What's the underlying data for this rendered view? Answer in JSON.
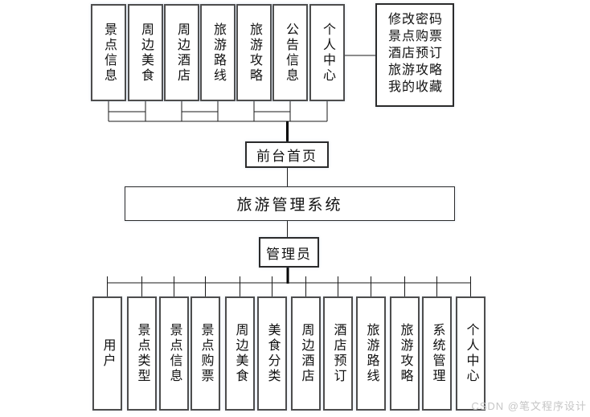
{
  "front": {
    "modules": [
      "景点信息",
      "周边美食",
      "周边酒店",
      "旅游路线",
      "旅游攻略",
      "公告信息",
      "个人中心"
    ],
    "personal_center_items": "修改密码\n景点购票\n酒店预订\n旅游攻略\n我的收藏",
    "home_label": "前台首页"
  },
  "system": {
    "title": "旅游管理系统"
  },
  "admin": {
    "label": "管理员",
    "modules": [
      "用户",
      "景点类型",
      "景点信息",
      "景点购票",
      "周边美食",
      "美食分类",
      "周边酒店",
      "酒店预订",
      "旅游路线",
      "旅游攻略",
      "系统管理",
      "个人中心"
    ]
  },
  "watermark": "CSDN @笔文程序设计",
  "colors": {
    "line": "#1a1a1a",
    "box_border": "#4d4d4d",
    "watermark": "#c6c6c6",
    "background": "#ffffff"
  }
}
